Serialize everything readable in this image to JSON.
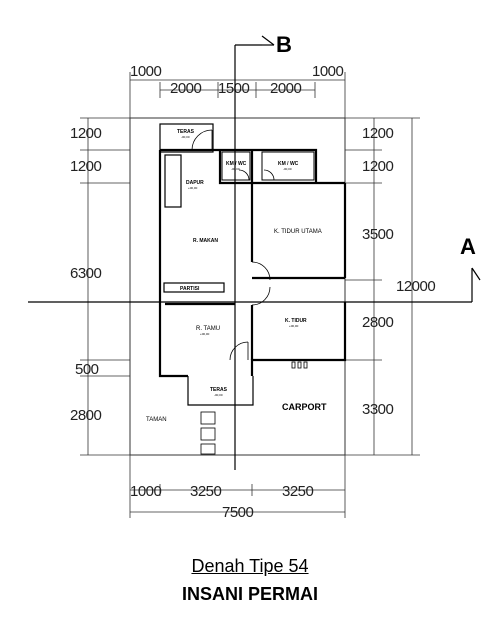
{
  "top_dims": {
    "left": "1000",
    "a": "2000",
    "b": "1500",
    "c": "2000",
    "right": "1000"
  },
  "left_dims": {
    "d1": "1200",
    "d2": "1200",
    "d3": "6300",
    "d4": "500",
    "d5": "2800"
  },
  "right_dims": {
    "d1": "1200",
    "d2": "1200",
    "d3": "3500",
    "d4": "2800",
    "d5": "3300",
    "total": "12000"
  },
  "bottom_dims": {
    "a": "1000",
    "b": "3250",
    "c": "3250",
    "total": "7500"
  },
  "axis_labels": {
    "b": "B",
    "a": "A"
  },
  "rooms": {
    "teras_top": "TERAS",
    "teras_top_elev": "-00,00",
    "km_wc_1": "KM / WC",
    "km_wc_1_elev": "-00,00",
    "km_wc_2": "KM / WC",
    "km_wc_2_elev": "-00,00",
    "dapur": "DAPUR",
    "dapur_elev": "+00,00",
    "r_makan": "R. MAKAN",
    "k_tidur_utama": "K. TIDUR UTAMA",
    "partisi": "PARTISI",
    "r_tamu": "R. TAMU",
    "r_tamu_elev": "+00,00",
    "k_tidur": "K. TIDUR",
    "k_tidur_elev": "+00,00",
    "teras_bottom": "TERAS",
    "teras_bottom_elev": "-00,00",
    "taman": "TAMAN",
    "carport": "CARPORT"
  },
  "caption": {
    "title": "Denah Tipe 54",
    "subtitle": "INSANI PERMAI"
  }
}
